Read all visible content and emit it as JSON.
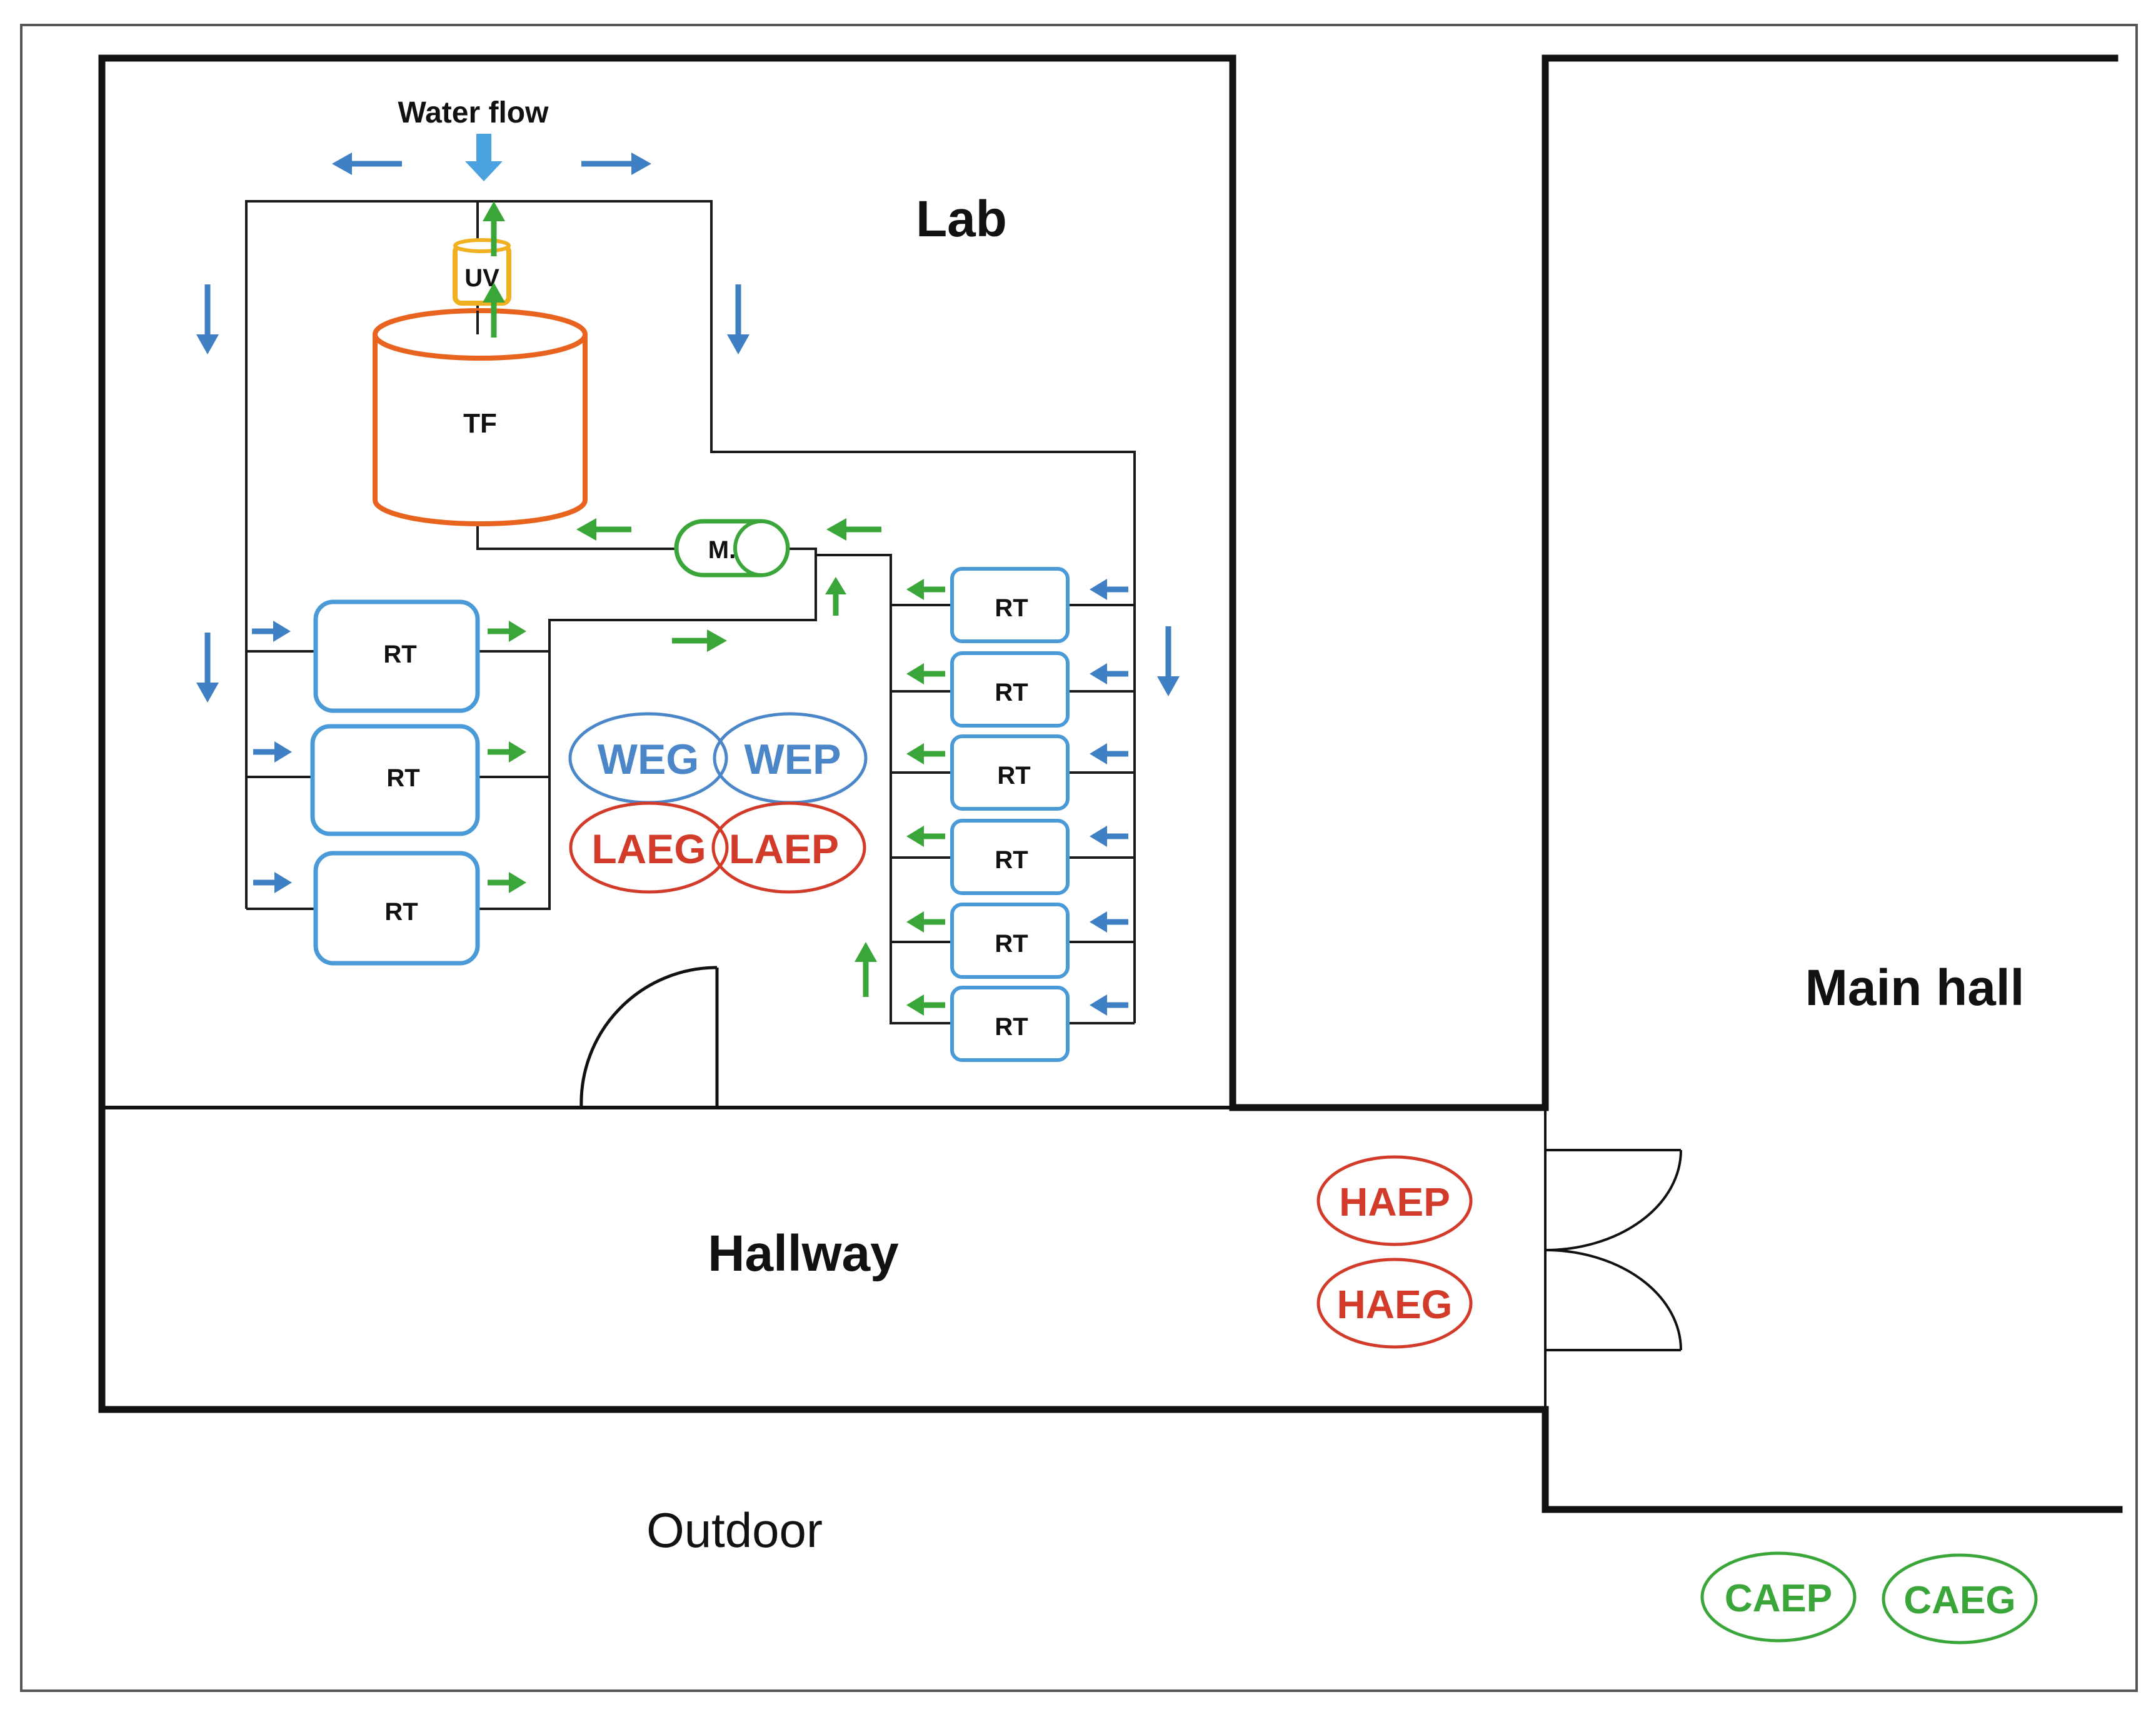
{
  "labels": {
    "lab": "Lab",
    "main_hall": "Main hall",
    "hallway": "Hallway",
    "outdoor": "Outdoor",
    "water_flow": "Water flow",
    "uv": "UV",
    "tf": "TF",
    "m": "M.",
    "rt": "RT"
  },
  "sample_points": {
    "weg": "WEG",
    "wep": "WEP",
    "laeg": "LAEG",
    "laep": "LAEP",
    "haep": "HAEP",
    "haeg": "HAEG",
    "caep": "CAEP",
    "caeg": "CAEG"
  },
  "colors": {
    "blue_flow": "#3f7fc4",
    "green_flow": "#3aa63a",
    "tank_orange": "#e8641e",
    "uv_yellow": "#f0b020",
    "rt_blue": "#4a9ad8",
    "sample_blue": "#4a86c8",
    "sample_red": "#d23a2a",
    "sample_green": "#3aa63a"
  },
  "icons": {
    "flow_arrow": "arrow-icon",
    "door": "door-swing-icon"
  }
}
